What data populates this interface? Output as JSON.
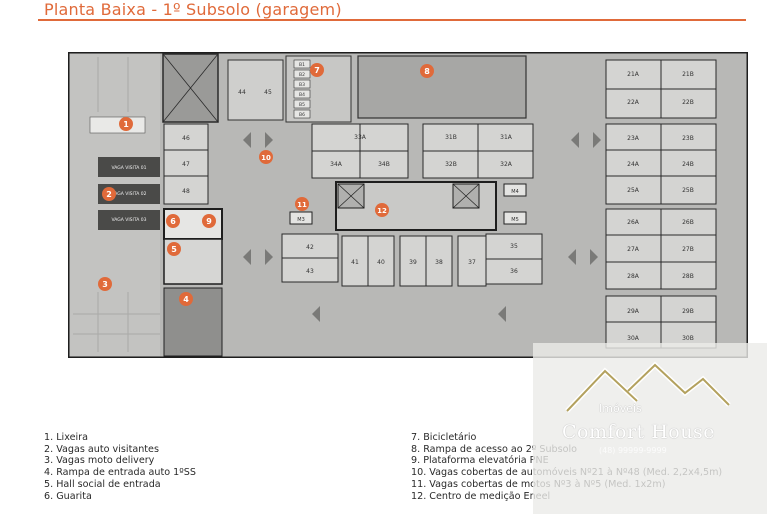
{
  "title": "Planta Baixa - 1º Subsolo (garagem)",
  "colors": {
    "accent": "#e06a3a",
    "floor": "#b6b6b4",
    "stall": "#d9d9d7",
    "wall": "#1c1c1c"
  },
  "legend_left": [
    "1.   Lixeira",
    "2.   Vagas auto visitantes",
    "3.   Vagas moto delivery",
    "4.   Rampa de entrada auto 1ºSS",
    "5.   Hall social de entrada",
    "6.   Guarita"
  ],
  "legend_right": [
    "7.    Bicicletário",
    "8.    Rampa de acesso ao 2º Subsolo",
    "9.    Plataforma elevatória PNE",
    "10.  Vagas cobertas de automóveis Nº21 à Nº48 (Med. 2,2x4,5m)",
    "11.   Vagas cobertas de motos Nº3 à Nº5 (Med. 1x2m)",
    "12.   Centro de medição Eneel"
  ],
  "markers": [
    "1",
    "2",
    "3",
    "4",
    "5",
    "6",
    "7",
    "8",
    "9",
    "10",
    "11",
    "12"
  ],
  "spaces": {
    "right_column": [
      "21A",
      "21B",
      "22A",
      "22B",
      "23A",
      "23B",
      "24A",
      "24B",
      "25A",
      "25B",
      "26A",
      "26B",
      "27A",
      "27B",
      "28A",
      "28B",
      "29A",
      "29B",
      "30A",
      "30B"
    ],
    "center_top": [
      "33A",
      "31B",
      "31A",
      "34A",
      "34B",
      "32B",
      "32A"
    ],
    "center_bottom": [
      "42",
      "43",
      "41",
      "40",
      "39",
      "38",
      "37",
      "35",
      "36"
    ],
    "left_column": [
      "46",
      "47",
      "48"
    ],
    "top_left": [
      "44",
      "45"
    ],
    "motos": [
      "M3",
      "M4",
      "M5"
    ],
    "bike_racks": [
      "B1",
      "B2",
      "B3",
      "B4",
      "B5",
      "B6"
    ]
  },
  "visitor_spots": [
    "VAGA VISITA 01",
    "VAGA VISITA 02",
    "VAGA VISITA 03"
  ],
  "watermark": {
    "name": "Comfort House",
    "sub": "Imóveis",
    "contact": "(48) 99999-9999"
  }
}
